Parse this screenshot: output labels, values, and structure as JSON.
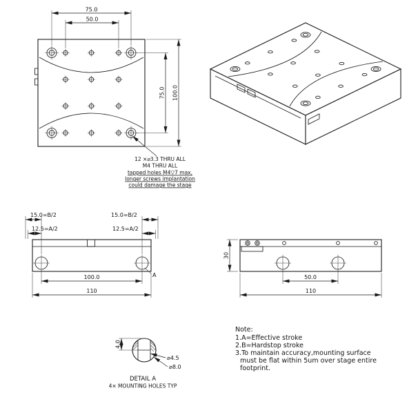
{
  "top_view": {
    "dim_width_outer": "75.0",
    "dim_width_inner": "50.0",
    "dim_height_inner": "75.0",
    "dim_height_outer": "100.0",
    "callout": [
      "12 ×⌀3.3 THRU ALL",
      "M4 THRU ALL",
      "tapped holes M4▽7 max,",
      "longer screws implantation",
      "could damage the stage"
    ]
  },
  "front_view": {
    "dim_b_left": "15.0=B/2",
    "dim_a_left": "12.5=A/2",
    "dim_b_right": "15.0=B/2",
    "dim_a_right": "12.5=A/2",
    "dim_hole_span": "100.0",
    "dim_total": "110",
    "detail_ref": "A"
  },
  "side_view": {
    "dim_height": "30",
    "dim_hole_span": "50.0",
    "dim_total": "110"
  },
  "detail_a": {
    "dim_depth": "4.0",
    "dim_bore": "⌀4.5",
    "dim_cbore": "⌀8.0",
    "title": "DETAIL A",
    "subtitle": "4× MOUNTING HOLES TYP"
  },
  "notes": {
    "title": "Note:",
    "items": [
      "1.A=Effective stroke",
      "2.B=Hardstop stroke",
      "3.To maintain accuracy,mounting surface",
      "must be flat within 5um over stage entire",
      "footprint."
    ]
  },
  "colors": {
    "line": "#1a1a1a",
    "background": "#ffffff"
  }
}
